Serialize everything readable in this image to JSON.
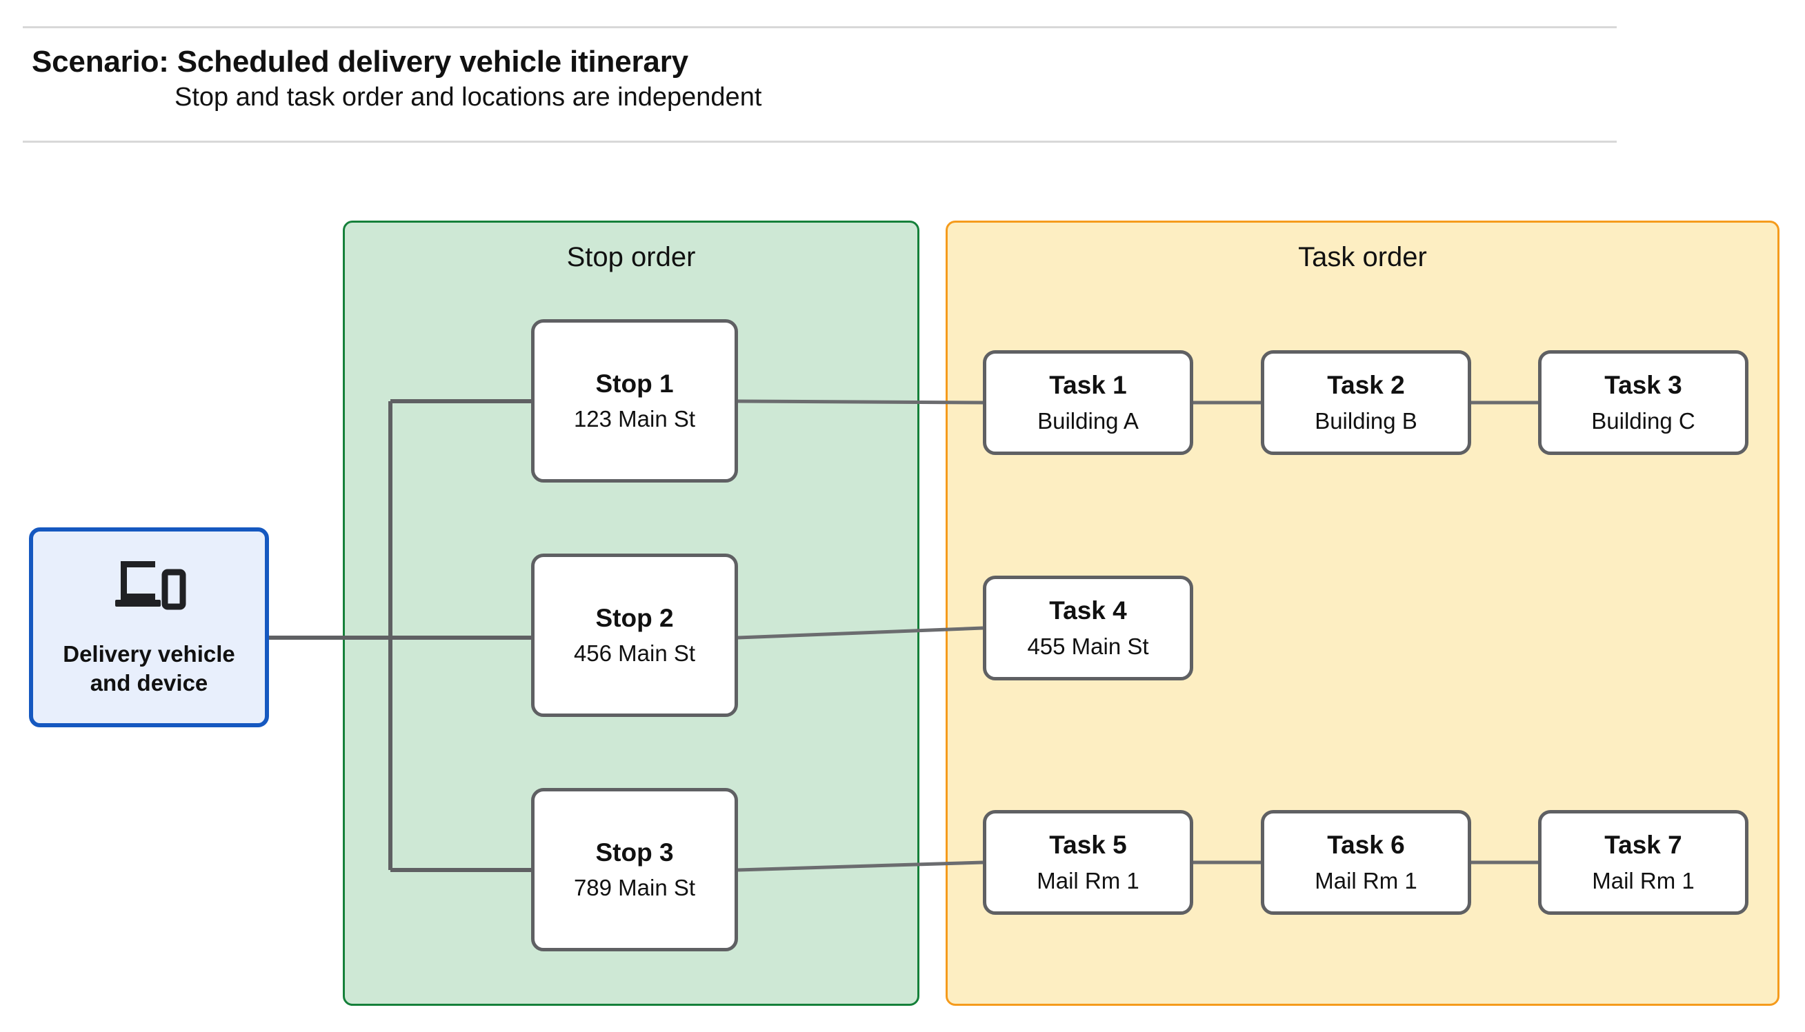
{
  "header": {
    "title": "Scenario: Scheduled delivery vehicle itinerary",
    "subtitle": "Stop and task order and locations are independent"
  },
  "groups": {
    "stop_order": {
      "title": "Stop order"
    },
    "task_order": {
      "title": "Task order"
    }
  },
  "vehicle": {
    "label": "Delivery vehicle\nand device",
    "label_line1": "Delivery vehicle",
    "label_line2": "and device",
    "icon": "devices-icon"
  },
  "stops": [
    {
      "title": "Stop 1",
      "address": "123 Main St"
    },
    {
      "title": "Stop 2",
      "address": "456 Main St"
    },
    {
      "title": "Stop 3",
      "address": "789 Main St"
    }
  ],
  "tasks": [
    {
      "title": "Task 1",
      "location": "Building A"
    },
    {
      "title": "Task 2",
      "location": "Building B"
    },
    {
      "title": "Task 3",
      "location": "Building C"
    },
    {
      "title": "Task 4",
      "location": "455 Main St"
    },
    {
      "title": "Task 5",
      "location": "Mail Rm 1"
    },
    {
      "title": "Task 6",
      "location": "Mail Rm 1"
    },
    {
      "title": "Task 7",
      "location": "Mail Rm 1"
    }
  ],
  "colors": {
    "stop_group_fill": "#cee8d5",
    "stop_group_border": "#15803a",
    "task_group_fill": "#fdeec2",
    "task_group_border": "#f59b1c",
    "vehicle_fill": "#e8effc",
    "vehicle_border": "#1558c0",
    "node_border": "#5f6063",
    "connector": "#5f6063",
    "rule": "#d8d8d8"
  }
}
